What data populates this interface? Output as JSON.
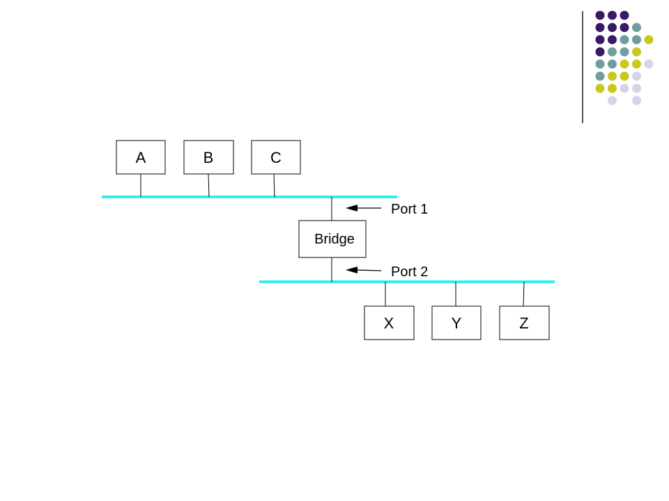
{
  "colors": {
    "segment": "#33eeee",
    "purple": "#3b1866",
    "teal": "#6e9e9e",
    "yellow": "#c8c81e",
    "lavender": "#d5d5ea"
  },
  "decoration": {
    "dot_rows": [
      [
        "purple",
        "purple",
        "purple",
        null,
        null
      ],
      [
        "purple",
        "purple",
        "purple",
        "teal",
        null
      ],
      [
        "purple",
        "purple",
        "teal",
        "teal",
        "yellow"
      ],
      [
        "purple",
        "teal",
        "teal",
        "yellow",
        null
      ],
      [
        "teal",
        "teal",
        "yellow",
        "yellow",
        "lavender"
      ],
      [
        "teal",
        "yellow",
        "yellow",
        "lavender",
        null
      ],
      [
        "yellow",
        "yellow",
        "lavender",
        "lavender",
        null
      ],
      [
        null,
        "lavender",
        null,
        "lavender",
        null
      ]
    ]
  },
  "diagram": {
    "hosts_top": [
      "A",
      "B",
      "C"
    ],
    "hosts_bottom": [
      "X",
      "Y",
      "Z"
    ],
    "bridge_label": "Bridge",
    "port1_label": "Port 1",
    "port2_label": "Port 2"
  }
}
